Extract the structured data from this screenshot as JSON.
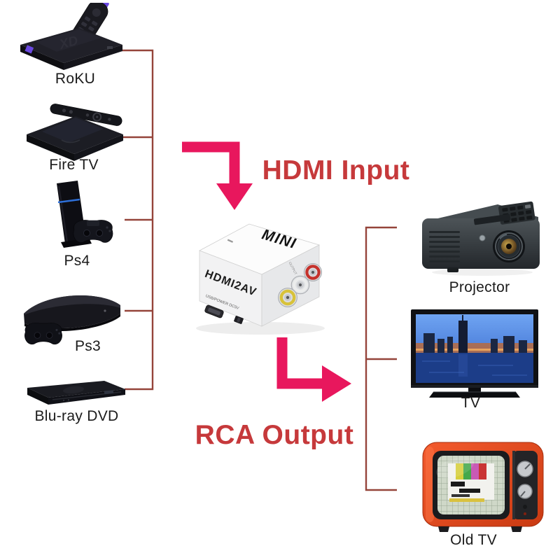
{
  "diagram": {
    "headings": {
      "input": "HDMI Input",
      "output": "RCA Output"
    },
    "converter": {
      "top_label": "MINI",
      "front_label": "HDMI2AV",
      "power_label": "USB/POWER DC5V",
      "output_label": "OUTPUT"
    },
    "sources": [
      {
        "label": "RoKU"
      },
      {
        "label": "Fire TV"
      },
      {
        "label": "Ps4"
      },
      {
        "label": "Ps3"
      },
      {
        "label": "Blu-ray DVD"
      }
    ],
    "outputs": [
      {
        "label": "Projector"
      },
      {
        "label": "TV"
      },
      {
        "label": "Old TV"
      }
    ],
    "decorations": {
      "roku_box_mark": "XD"
    },
    "colors": {
      "arrow": "#e8175d",
      "heading": "#c6393b",
      "bracket": "#95443a",
      "background": "#ffffff"
    }
  }
}
